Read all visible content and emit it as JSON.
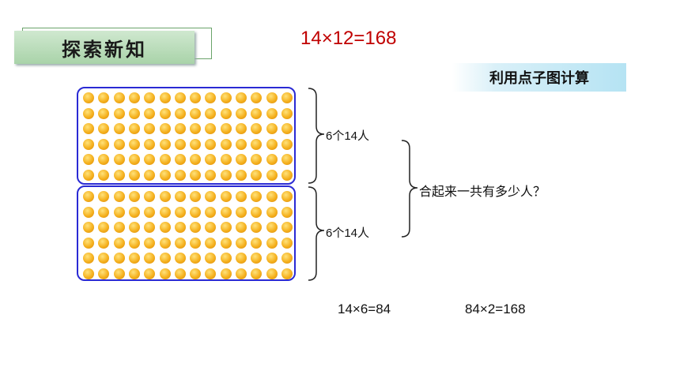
{
  "header": {
    "title": "探索新知",
    "equation": "14×12=168",
    "method_tag": "利用点子图计算"
  },
  "dots": {
    "rows_per_group": 6,
    "cols": 14,
    "groups": 2
  },
  "brackets": {
    "top_label": "6个14人",
    "bottom_label": "6个14人",
    "question": "合起来一共有多少人？"
  },
  "calculations": {
    "step1": "14×6=84",
    "step2": "84×2=168"
  },
  "colors": {
    "equation": "#c00000",
    "box_border": "#2a2ad4",
    "dot": "#f5b11e"
  }
}
